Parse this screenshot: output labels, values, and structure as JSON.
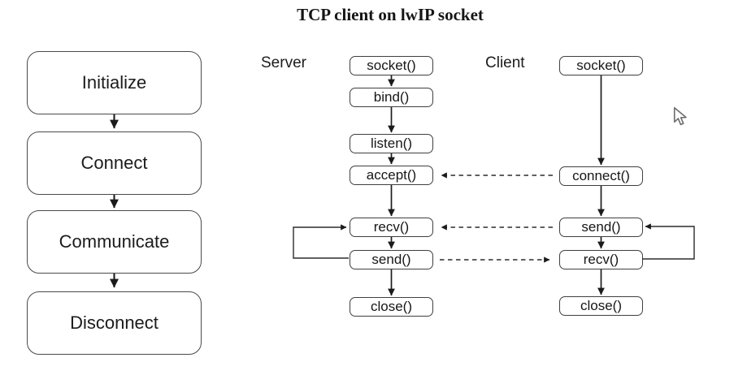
{
  "title": "TCP client on lwIP socket",
  "colors": {
    "background": "#ffffff",
    "line": "#1e1e1e",
    "box_border": "#3f3f3f",
    "text": "#1a1a1a"
  },
  "left_flow": {
    "steps": [
      {
        "label": "Initialize"
      },
      {
        "label": "Connect"
      },
      {
        "label": "Communicate"
      },
      {
        "label": "Disconnect"
      }
    ]
  },
  "socket_diagram": {
    "server_label": "Server",
    "client_label": "Client",
    "server_steps": [
      {
        "label": "socket()"
      },
      {
        "label": "bind()"
      },
      {
        "label": "listen()"
      },
      {
        "label": "accept()"
      },
      {
        "label": "recv()"
      },
      {
        "label": "send()"
      },
      {
        "label": "close()"
      }
    ],
    "client_steps": [
      {
        "label": "socket()"
      },
      {
        "label": "connect()"
      },
      {
        "label": "send()"
      },
      {
        "label": "recv()"
      },
      {
        "label": "close()"
      }
    ],
    "cross_links": [
      {
        "from": "client connect()",
        "to": "server accept()",
        "style": "dashed"
      },
      {
        "from": "client send()",
        "to": "server recv()",
        "style": "dashed"
      },
      {
        "from": "server send()",
        "to": "client recv()",
        "style": "dashed"
      }
    ],
    "loops": [
      {
        "from": "server send()",
        "to": "server recv()"
      },
      {
        "from": "client recv()",
        "to": "client send()"
      }
    ]
  },
  "cursor": {
    "icon": "mouse-pointer-icon"
  }
}
